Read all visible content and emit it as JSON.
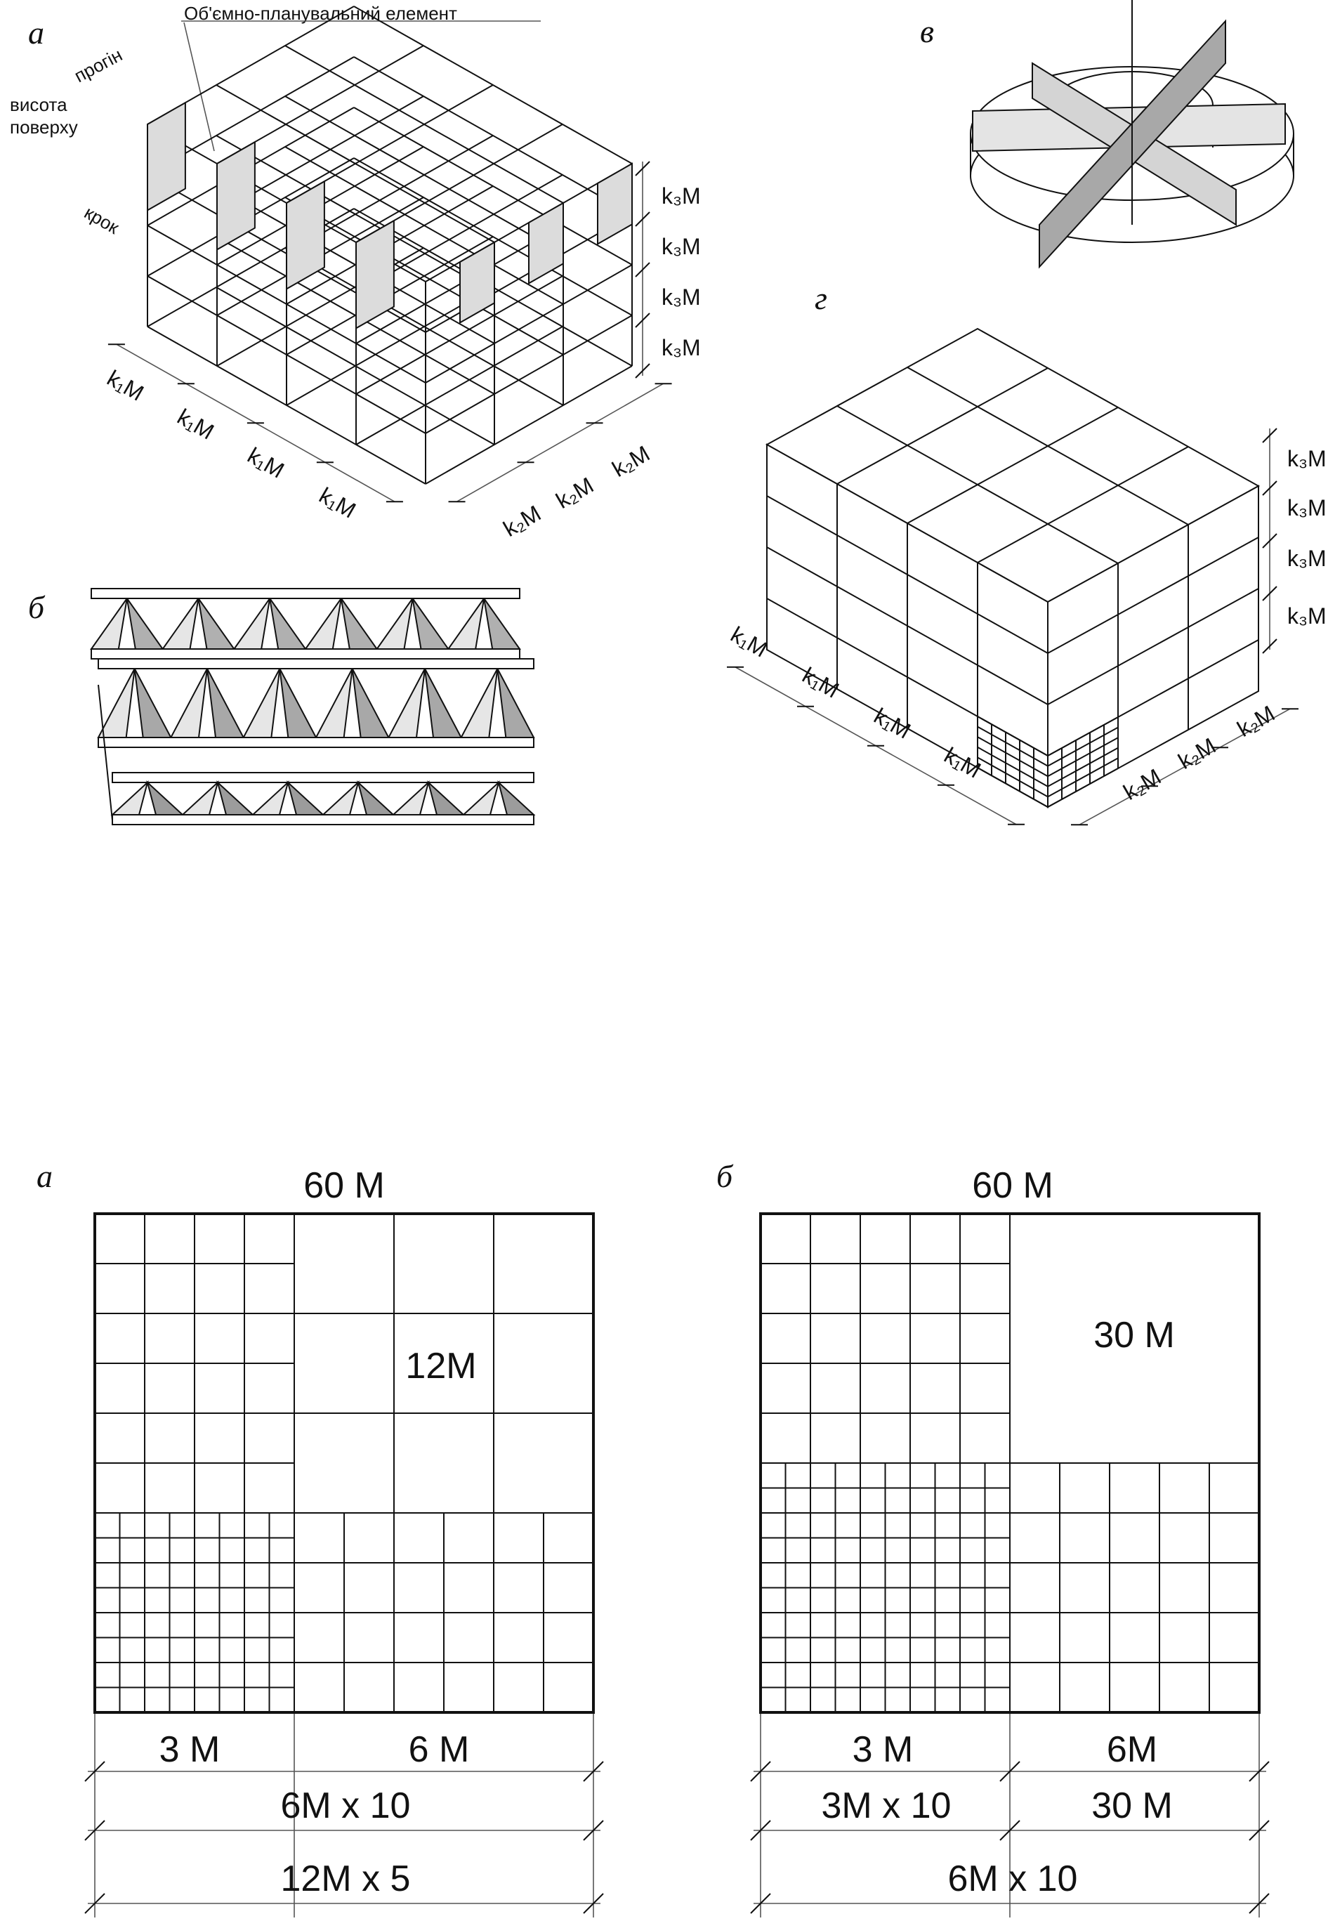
{
  "figure_top": {
    "panel_a": {
      "label": "а",
      "callout": "Об'ємно-планувальний елемент",
      "span_label": "прогін",
      "height_label_line1": "висота",
      "height_label_line2": "поверху",
      "step_label": "крок",
      "dims_k1": [
        "k₁M",
        "k₁M",
        "k₁M",
        "k₁M"
      ],
      "dims_k2": [
        "k₂M",
        "k₂M",
        "k₂M"
      ],
      "dims_k3": [
        "k₃M",
        "k₃M",
        "k₃M",
        "k₃M"
      ]
    },
    "panel_b": {
      "label": "б"
    },
    "panel_v": {
      "label": "в"
    },
    "panel_g": {
      "label": "г",
      "dims_k1": [
        "k₁M",
        "k₁M",
        "k₁M",
        "k₁M"
      ],
      "dims_k2": [
        "k₂M",
        "k₂M",
        "k₂M"
      ],
      "dims_k3": [
        "k₃M",
        "k₃M",
        "k₃M",
        "k₃M"
      ]
    }
  },
  "figure_bottom": {
    "panel_a": {
      "label": "а",
      "top_dim": "60 M",
      "center_label": "12M",
      "dim_row1_left": "3 M",
      "dim_row1_right": "6 M",
      "dim_row2": "6M x 10",
      "dim_row3": "12M x 5"
    },
    "panel_b": {
      "label": "б",
      "top_dim": "60 M",
      "center_label": "30 M",
      "dim_row1_left": "3 M",
      "dim_row1_right": "6M",
      "dim_row2_left": "3M x 10",
      "dim_row2_right": "30 M",
      "dim_row3": "6M x 10"
    }
  }
}
